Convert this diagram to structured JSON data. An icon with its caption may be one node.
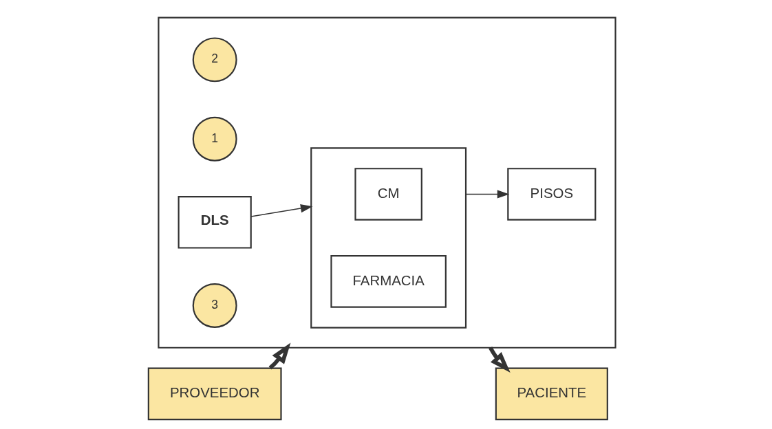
{
  "diagram": {
    "nodes": [
      {
        "text": [],
        "shape": "box"
      },
      {
        "text": [],
        "shape": "box",
        "in": 0
      },
      {
        "text": [
          "CM"
        ],
        "in": 1
      },
      {
        "text": [
          "2"
        ],
        "in": 0
      },
      {
        "text": [
          "FARMACIA"
        ],
        "in": 1
      },
      {
        "text": [
          "1"
        ],
        "in": 0
      },
      {
        "text": [
          "DLS"
        ],
        "in": 0
      },
      {
        "text": [
          "3"
        ],
        "in": 0
      },
      {
        "text": [
          "PISOS"
        ],
        "in": 0
      },
      {
        "text": [
          "PACIENTE"
        ]
      },
      {
        "text": [
          "PROVEEDOR"
        ]
      }
    ],
    "edges": [
      {
        "from": 6,
        "to": 1,
        "arrow": "to"
      },
      {
        "from": 1,
        "to": 8,
        "arrow": "to"
      },
      {
        "from": 0,
        "to": 9,
        "arrow": "to",
        "style": "thick"
      },
      {
        "from": 10,
        "to": 0,
        "arrow": "to",
        "style": "thick"
      }
    ]
  }
}
